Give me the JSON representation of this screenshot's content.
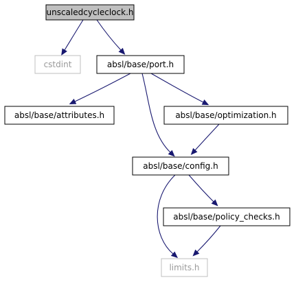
{
  "colors": {
    "edge": "#191970",
    "root_fill": "#bfbfbf",
    "node_fill": "#ffffff",
    "node_border": "#000000",
    "external_border": "#bfbfbf",
    "external_text": "#999999"
  },
  "nodes": [
    {
      "id": "unscaledcycleclock",
      "label": "unscaledcycleclock.h",
      "kind": "root"
    },
    {
      "id": "cstdint",
      "label": "cstdint",
      "kind": "external"
    },
    {
      "id": "port",
      "label": "absl/base/port.h",
      "kind": "normal"
    },
    {
      "id": "attributes",
      "label": "absl/base/attributes.h",
      "kind": "normal"
    },
    {
      "id": "optimization",
      "label": "absl/base/optimization.h",
      "kind": "normal"
    },
    {
      "id": "config",
      "label": "absl/base/config.h",
      "kind": "normal"
    },
    {
      "id": "policy_checks",
      "label": "absl/base/policy_checks.h",
      "kind": "normal"
    },
    {
      "id": "limits",
      "label": "limits.h",
      "kind": "external"
    }
  ],
  "edges": [
    {
      "from": "unscaledcycleclock",
      "to": "cstdint"
    },
    {
      "from": "unscaledcycleclock",
      "to": "port"
    },
    {
      "from": "port",
      "to": "attributes"
    },
    {
      "from": "port",
      "to": "config"
    },
    {
      "from": "port",
      "to": "optimization"
    },
    {
      "from": "optimization",
      "to": "config"
    },
    {
      "from": "config",
      "to": "limits"
    },
    {
      "from": "config",
      "to": "policy_checks"
    },
    {
      "from": "policy_checks",
      "to": "limits"
    }
  ]
}
